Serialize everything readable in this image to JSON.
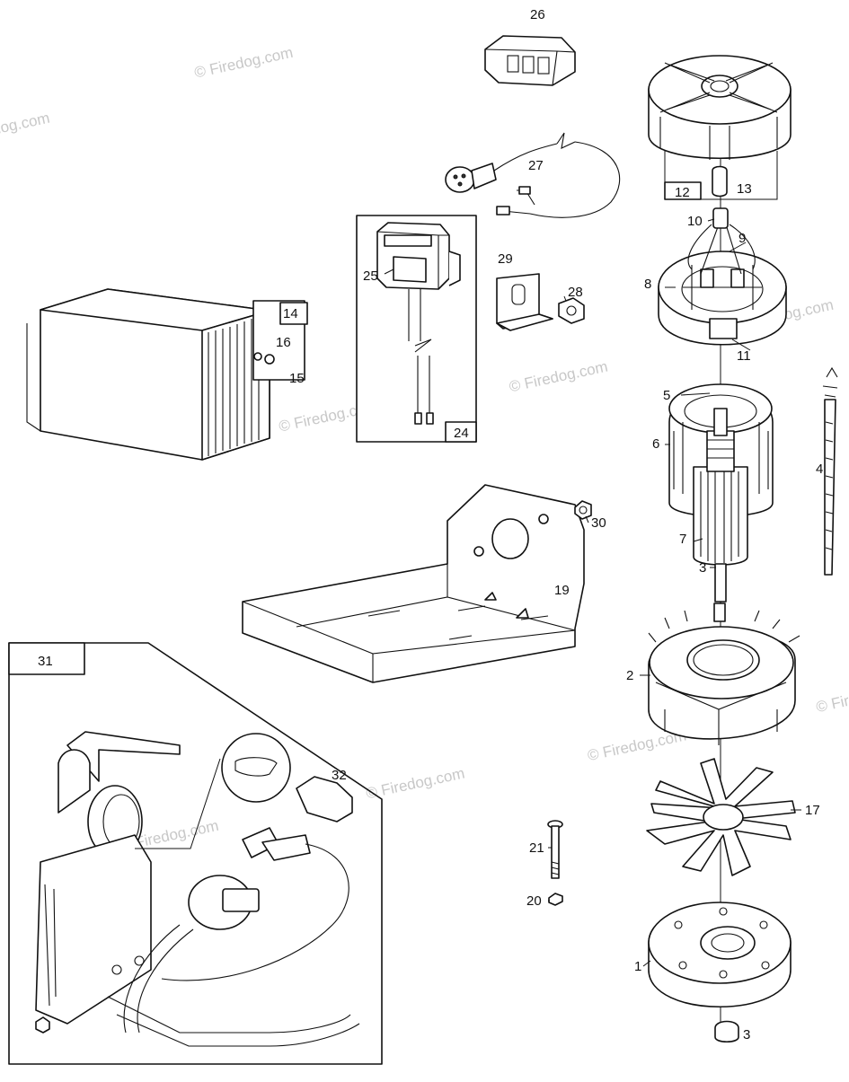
{
  "watermark": {
    "text": "© Firedog.com"
  },
  "labels": {
    "p1": "1",
    "p2": "2",
    "p3a": "3",
    "p3b": "3",
    "p4": "4",
    "p5": "5",
    "p6": "6",
    "p7": "7",
    "p8": "8",
    "p9": "9",
    "p10": "10",
    "p11": "11",
    "p12": "12",
    "p13": "13",
    "p14": "14",
    "p15": "15",
    "p16": "16",
    "p17": "17",
    "p19": "19",
    "p20": "20",
    "p21": "21",
    "p24": "24",
    "p25": "25",
    "p26": "26",
    "p27": "27",
    "p28": "28",
    "p29": "29",
    "p30": "30",
    "p31": "31",
    "p32": "32"
  }
}
